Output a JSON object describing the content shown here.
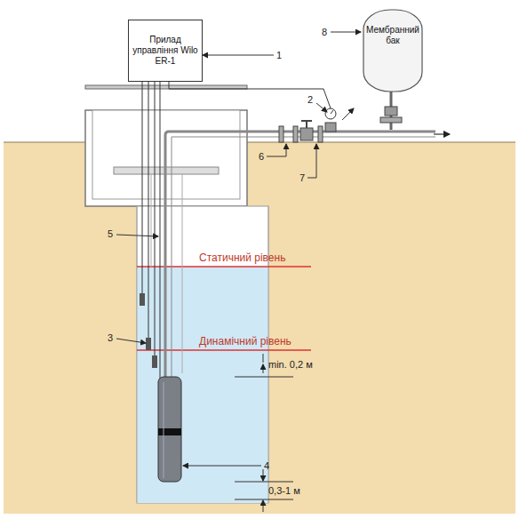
{
  "diagram": {
    "nodes": [
      {
        "text": [
          "Прилад управління Wilo ER-1"
        ]
      },
      {
        "text": [
          "Мембранний бак"
        ]
      }
    ],
    "labels": [
      "1",
      "2",
      "3",
      "4",
      "5",
      "6",
      "7",
      "8",
      "Статичний рівень",
      "Динамічний рівень",
      "min. 0,2 м",
      "0,3-1 м"
    ]
  }
}
